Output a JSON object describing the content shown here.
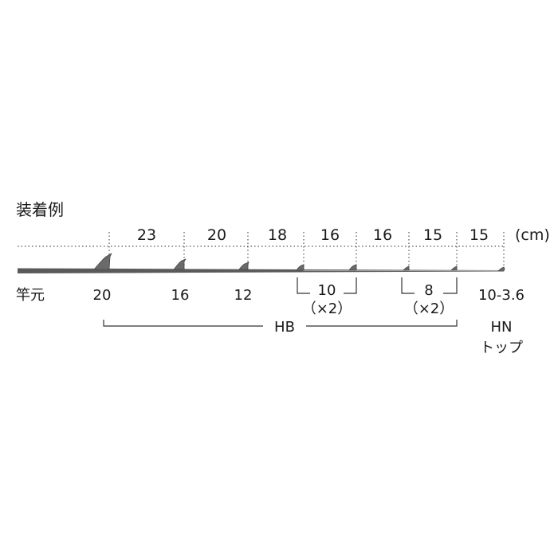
{
  "title": "装着例",
  "unit": "(cm)",
  "spacings": [
    "23",
    "20",
    "18",
    "16",
    "16",
    "15",
    "15"
  ],
  "guide_sizes": [
    "20",
    "16",
    "12"
  ],
  "group_a": {
    "size": "10",
    "count": "（×2）"
  },
  "group_b": {
    "size": "8",
    "count": "（×2）"
  },
  "tip_size": "10-3.6",
  "butt_label": "竿元",
  "series_hb": "HB",
  "series_hn": "HN",
  "top_label": "トップ"
}
